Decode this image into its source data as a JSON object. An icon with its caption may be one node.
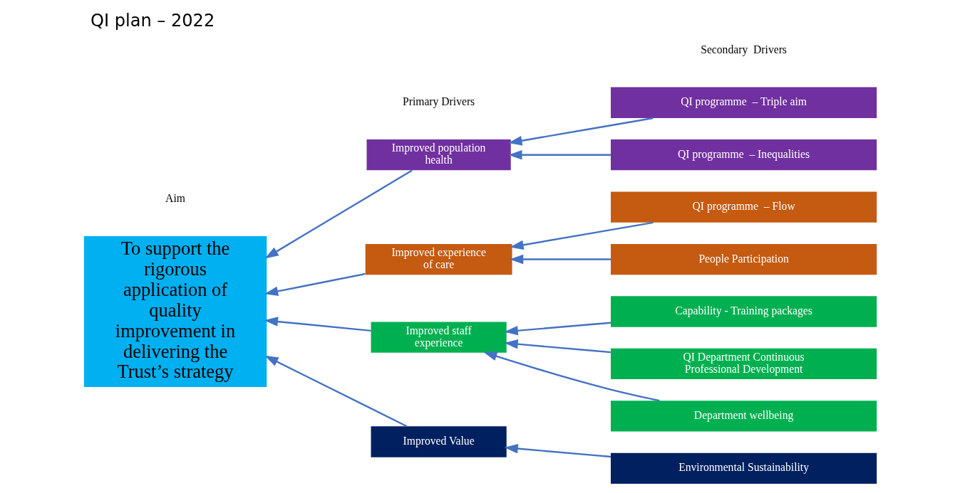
{
  "diagram": {
    "title": "QI plan – 2022",
    "nodes": [
      {
        "text": [
          "To support the rigorous application of quality improvement in delivering the Trust’s strategy"
        ]
      },
      {
        "text": [
          "Improved population health"
        ]
      },
      {
        "text": [
          "Improved experience of care"
        ]
      },
      {
        "text": [
          "Improved staff experience"
        ]
      },
      {
        "text": [
          "Improved Value"
        ]
      },
      {
        "text": [
          "QI programme  – Triple aim"
        ]
      },
      {
        "text": [
          "QI programme  – Inequalities"
        ]
      },
      {
        "text": [
          "QI programme  – Flow"
        ]
      },
      {
        "text": [
          "People Participation"
        ]
      },
      {
        "text": [
          "Capability - Training packages"
        ]
      },
      {
        "text": [
          "QI Department Continuous Professional Development"
        ]
      },
      {
        "text": [
          "Department wellbeing"
        ]
      },
      {
        "text": [
          "Environmental Sustainability"
        ]
      }
    ],
    "edges": [
      {
        "from": 1,
        "to": 0,
        "arrow": "to"
      },
      {
        "from": 2,
        "to": 0,
        "arrow": "to"
      },
      {
        "from": 3,
        "to": 0,
        "arrow": "to"
      },
      {
        "from": 4,
        "to": 0,
        "arrow": "to"
      },
      {
        "from": 5,
        "to": 1,
        "arrow": "to"
      },
      {
        "from": 6,
        "to": 1,
        "arrow": "to"
      },
      {
        "from": 7,
        "to": 2,
        "arrow": "to"
      },
      {
        "from": 8,
        "to": 2,
        "arrow": "to"
      },
      {
        "from": 9,
        "to": 3,
        "arrow": "to"
      },
      {
        "from": 10,
        "to": 3,
        "arrow": "to"
      },
      {
        "from": 11,
        "to": 3,
        "arrow": "to"
      },
      {
        "from": 12,
        "to": 4,
        "arrow": "to"
      }
    ],
    "labels": [
      "Secondary  Drivers",
      "Primary Drivers",
      "Aim"
    ]
  }
}
